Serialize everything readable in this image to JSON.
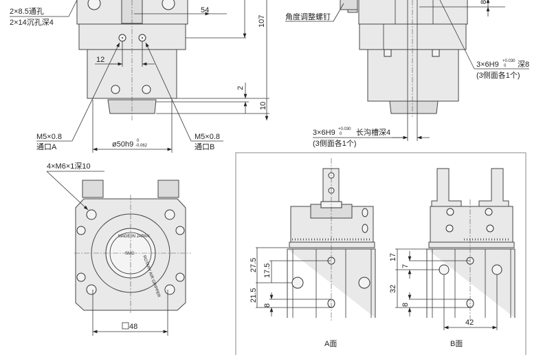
{
  "top_left_view": {
    "through_hole": "2×8.5通孔",
    "counterbore": "2×14沉孔深4",
    "dim_54": "54",
    "dim_107": "107",
    "dim_12": "12",
    "dim_2": "2",
    "dim_10": "10",
    "port_a_thread": "M5×0.8",
    "port_a_label": "通口A",
    "port_b_thread": "M5×0.8",
    "port_b_label": "通口B",
    "diameter": "ø50h9",
    "diameter_tol_upper": "0",
    "diameter_tol_lower": "-0.062"
  },
  "top_right_view": {
    "angle_screw": "角度调整螺钉",
    "dim_8": "8",
    "pin_hole": "3×6H9",
    "pin_hole_tol_upper": "+0.030",
    "pin_hole_tol_lower": "0",
    "pin_hole_depth": "深8",
    "pin_hole_note": "(3侧面各1个)",
    "slot": "3×6H9",
    "slot_tol_upper": "+0.030",
    "slot_tol_lower": "0",
    "slot_depth": "长沟槽深4",
    "slot_note": "(3侧面各1个)"
  },
  "bottom_view": {
    "tapped_holes": "4×M6×1深10",
    "square_size": "48",
    "nameplate_text": "ROTARY AIR GRIPPER",
    "nameplate_brand": "SMC",
    "nameplate_origin": "MADE IN JAPAN"
  },
  "face_a": {
    "title": "A面",
    "dims": [
      "27.5",
      "21.5",
      "17.5",
      "8"
    ]
  },
  "face_b": {
    "title": "B面",
    "dims": [
      "17",
      "7",
      "32",
      "8",
      "42"
    ]
  }
}
